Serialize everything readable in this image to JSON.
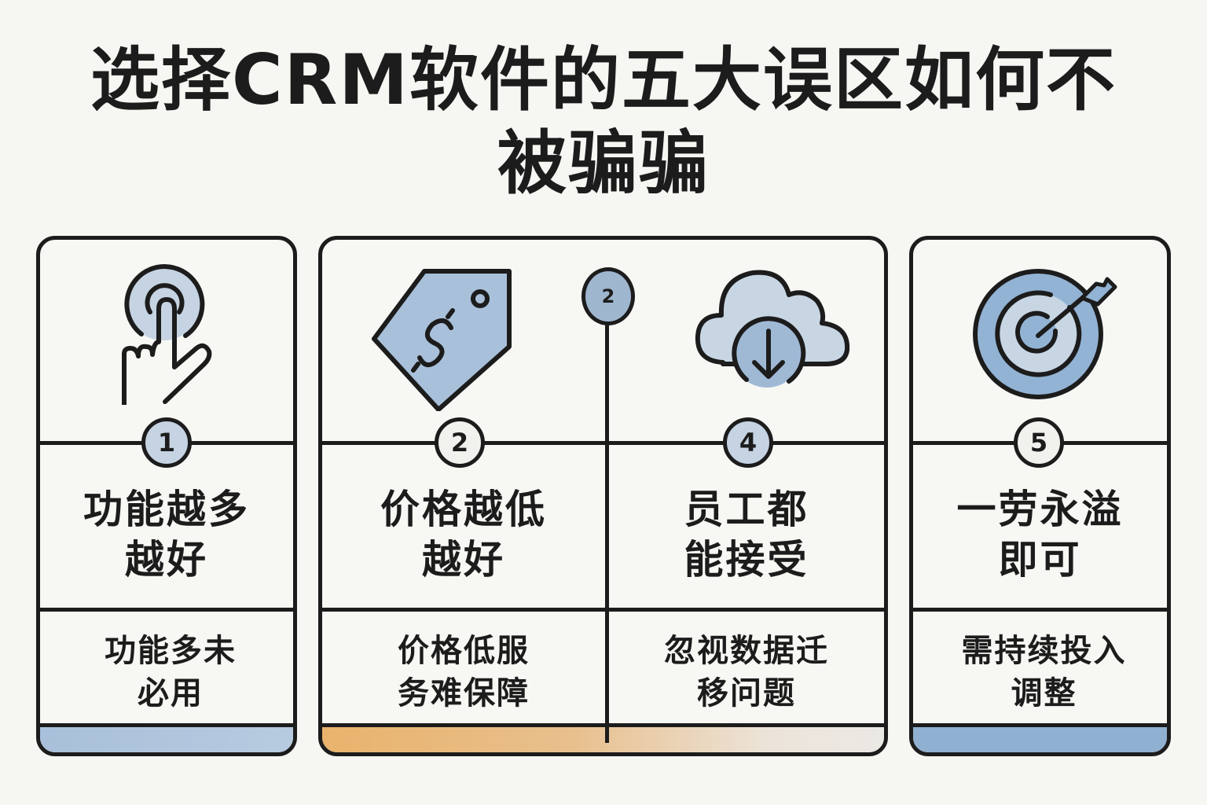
{
  "title": {
    "line1": "选择CRM软件的五大误区如何不",
    "line2": "被骗骗"
  },
  "colors": {
    "accent_blue": "#9bb6d4",
    "light_blue": "#c8d6e4",
    "orange": "#e9b36c",
    "ink": "#1c1c1c",
    "background": "#f6f6f3"
  },
  "cards": [
    {
      "number": "1",
      "icon": "touch-hand-icon",
      "heading_line1": "功能越多",
      "heading_line2": "越好",
      "desc_line1": "功能多未",
      "desc_line2": "必用"
    },
    {
      "number": "2",
      "icon": "price-tag-icon",
      "heading_line1": "价格越低",
      "heading_line2": "越好",
      "desc_line1": "价格低服",
      "desc_line2": "务难保障"
    },
    {
      "number": "4",
      "icon": "cloud-download-icon",
      "heading_line1": "员工都",
      "heading_line2": "能接受",
      "desc_line1": "忽视数据迁",
      "desc_line2": "移问题"
    },
    {
      "number": "5",
      "icon": "target-icon",
      "heading_line1": "一劳永溢",
      "heading_line2": "即可",
      "desc_line1": "需持续投入",
      "desc_line2": "调整"
    }
  ],
  "connector_badge": "2"
}
